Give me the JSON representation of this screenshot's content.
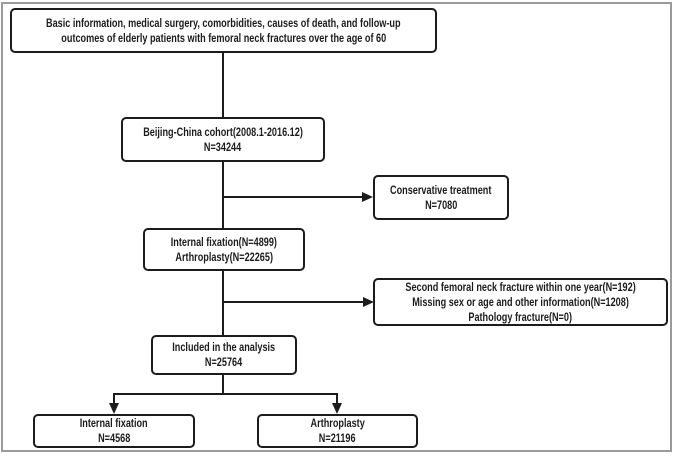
{
  "colors": {
    "ink": "#1c1c1c",
    "frame": "#9a9a9a",
    "box_fill": "#ffffff",
    "background": "#ffffff"
  },
  "flowchart": {
    "boxes": {
      "eligibility": {
        "lines": [
          "Basic information, medical surgery, comorbidities, causes of death, and follow-up",
          "outcomes of elderly patients with femoral neck fractures over the age of 60"
        ]
      },
      "cohort": {
        "lines": [
          "Beijing-China cohort(2008.1-2016.12)",
          "N=34244"
        ]
      },
      "conservative": {
        "lines": [
          "Conservative treatment",
          "N=7080"
        ]
      },
      "surgery": {
        "lines": [
          "Internal fixation(N=4899)",
          "Arthroplasty(N=22265)"
        ]
      },
      "excluded": {
        "lines": [
          "Second femoral neck fracture within one year(N=192)",
          "Missing sex or age and other information(N=1208)",
          "Pathology fracture(N=0)"
        ]
      },
      "included": {
        "lines": [
          "Included in the analysis",
          "N=25764"
        ]
      },
      "internal_fixation": {
        "lines": [
          "Internal fixation",
          "N=4568"
        ]
      },
      "arthroplasty": {
        "lines": [
          "Arthroplasty",
          "N=21196"
        ]
      }
    }
  }
}
